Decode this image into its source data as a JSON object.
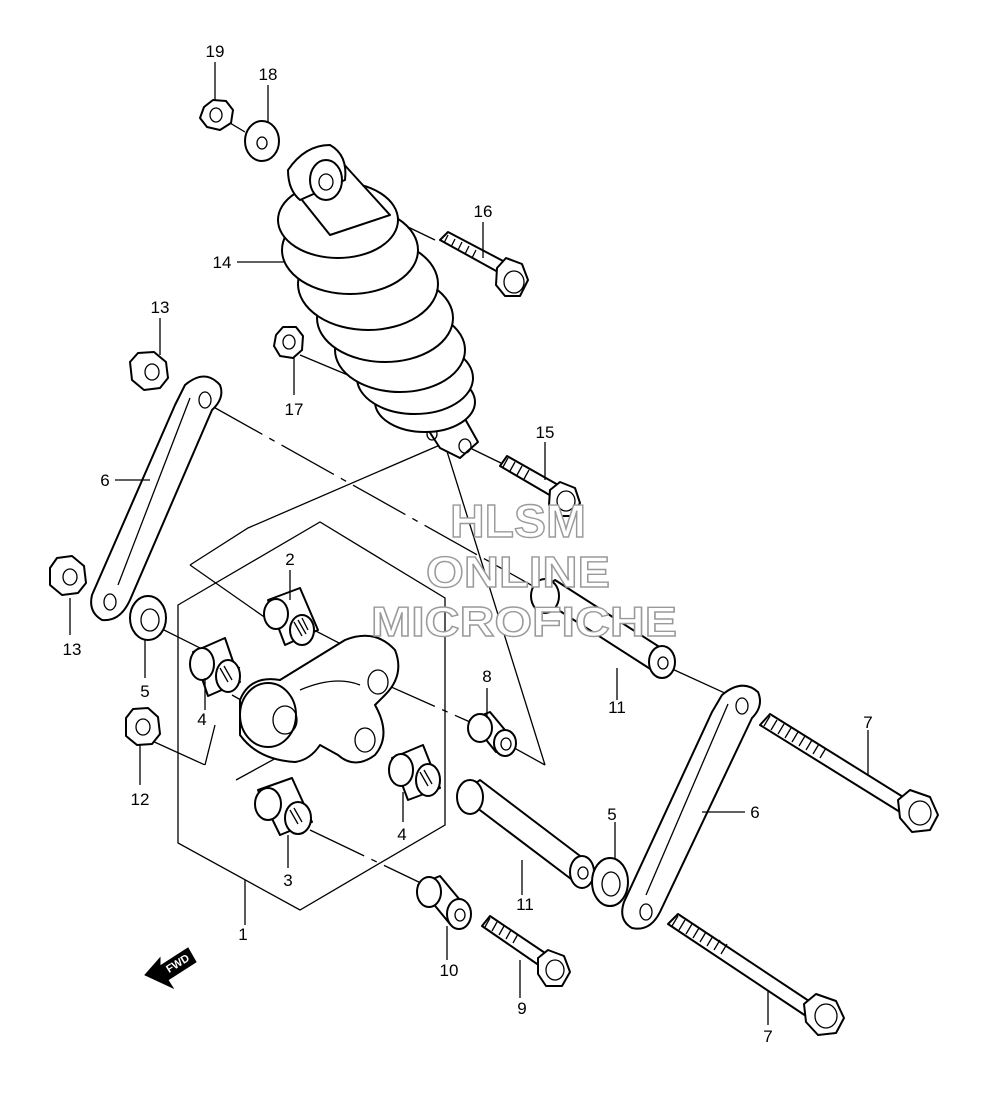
{
  "watermark": {
    "line1": "HLSM",
    "line2": "ONLINE",
    "line3": "MICROFICHE"
  },
  "direction_label": "FWD",
  "callouts": {
    "c1": "1",
    "c2": "2",
    "c3": "3",
    "c4a": "4",
    "c4b": "4",
    "c5a": "5",
    "c5b": "5",
    "c6a": "6",
    "c6b": "6",
    "c7a": "7",
    "c7b": "7",
    "c8": "8",
    "c9": "9",
    "c10": "10",
    "c11a": "11",
    "c11b": "11",
    "c12": "12",
    "c13a": "13",
    "c13b": "13",
    "c14": "14",
    "c15": "15",
    "c16": "16",
    "c17": "17",
    "c18": "18",
    "c19": "19"
  },
  "colors": {
    "line": "#000000",
    "background": "#ffffff",
    "watermark_outline": "#9a9a9a"
  }
}
